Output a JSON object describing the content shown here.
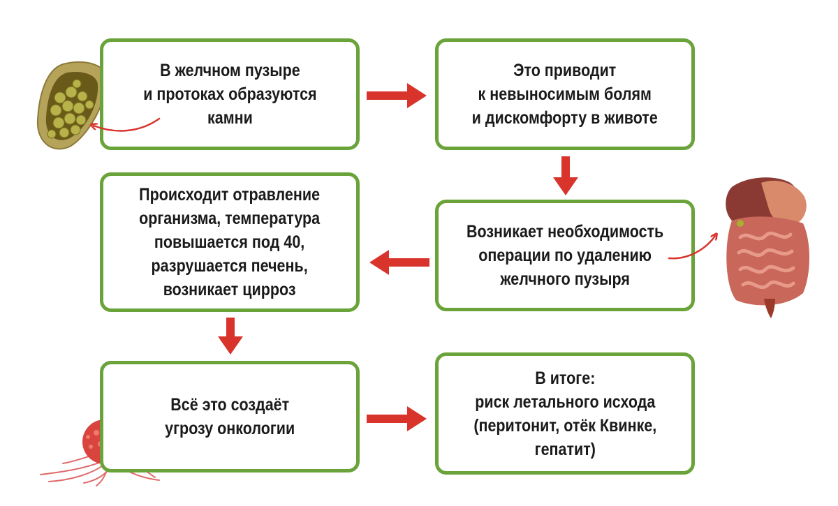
{
  "colors": {
    "box_border": "#6aa33a",
    "arrow": "#d8342c",
    "text": "#1a1a1a"
  },
  "steps": [
    {
      "text": "В желчном пузыре\nи протоках образуются\nкамни"
    },
    {
      "text": "Это приводит\nк невыносимым болям\nи дискомфорту в животе"
    },
    {
      "text": "Происходит отравление\nорганизма, температура\nповышается под 40,\nразрушается печень,\nвозникает цирроз"
    },
    {
      "text": "Возникает необходимость\nоперации по удалению\nжелчного пузыря"
    },
    {
      "text": "Всё это создаёт\nугрозу онкологии"
    },
    {
      "text": "В итоге:\nриск летального исхода\n(перитонит, отёк Квинке,\nгепатит)"
    }
  ],
  "illustrations": {
    "top_left": "gallbladder-illustration",
    "right": "digestive-organs-illustration",
    "bottom_left": "tumor-cell-illustration"
  }
}
